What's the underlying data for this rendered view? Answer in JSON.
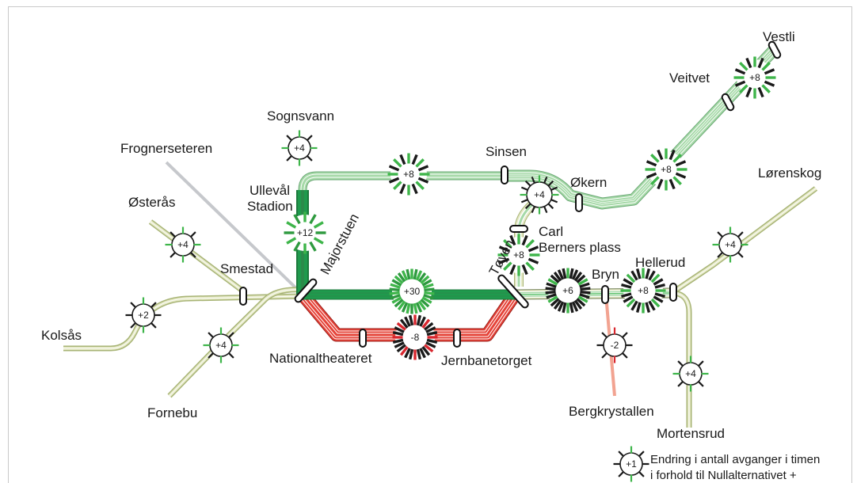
{
  "colors": {
    "pale_line": "#e4e8c4",
    "pale_edge": "#a8b476",
    "green_light": "#a6d9a8",
    "green_mid": "#5fc26d",
    "green_dark": "#1f9a4d",
    "green_edge": "#1c7a3c",
    "red": "#e5443a",
    "red_edge": "#9a1d18",
    "salmon": "#f2a391",
    "grey": "#c6c8cc",
    "tick_black": "#1a1a1a",
    "tick_green": "#3eb54a",
    "tick_red": "#d8262e"
  },
  "stations": {
    "vestli": "Vestli",
    "veitvet": "Veitvet",
    "sognsvann": "Sognsvann",
    "frognerseteren": "Frognerseteren",
    "sinsen": "Sinsen",
    "okern": "Økern",
    "lorenskog": "Lørenskog",
    "ulleval_1": "Ullevål",
    "ulleval_2": "Stadion",
    "osteras": "Østerås",
    "majorstuen": "Majorstuen",
    "carl_1": "Carl",
    "carl_2": "Berners plass",
    "toyen": "Tøyen",
    "smestad": "Smestad",
    "hellerud": "Hellerud",
    "bryn": "Bryn",
    "kolsas": "Kolsås",
    "nationaltheateret": "Nationaltheateret",
    "jernbanetorget": "Jernbanetorget",
    "fornebu": "Fornebu",
    "bergkrystallen": "Bergkrystallen",
    "mortensrud": "Mortensrud"
  },
  "badges": {
    "veitvet": {
      "value": "+8",
      "plus": 8,
      "minus": 0,
      "total": 16,
      "ring": "dense"
    },
    "okern_east": {
      "value": "+8",
      "plus": 8,
      "minus": 0,
      "total": 16,
      "ring": "dense"
    },
    "sinsen_west": {
      "value": "+8",
      "plus": 8,
      "minus": 0,
      "total": 16,
      "ring": "dense"
    },
    "okern": {
      "value": "+4",
      "plus": 4,
      "minus": 0,
      "total": 16,
      "ring": "sparse"
    },
    "carl": {
      "value": "+8",
      "plus": 8,
      "minus": 0,
      "total": 16,
      "ring": "dense"
    },
    "sognsvann": {
      "value": "+4",
      "plus": 4,
      "minus": 0,
      "total": 8,
      "ring": "sparse"
    },
    "ulleval": {
      "value": "+12",
      "plus": 12,
      "minus": 0,
      "total": 12,
      "ring": "dense"
    },
    "osteras": {
      "value": "+4",
      "plus": 4,
      "minus": 0,
      "total": 8,
      "ring": "sparse"
    },
    "lorenskog": {
      "value": "+4",
      "plus": 4,
      "minus": 0,
      "total": 8,
      "ring": "sparse"
    },
    "kolsas": {
      "value": "+2",
      "plus": 2,
      "minus": 0,
      "total": 8,
      "ring": "sparse"
    },
    "fornebu": {
      "value": "+4",
      "plus": 4,
      "minus": 0,
      "total": 8,
      "ring": "sparse"
    },
    "center": {
      "value": "+30",
      "plus": 30,
      "minus": 0,
      "total": 30,
      "ring": "dense"
    },
    "nationaltheateret_jbt": {
      "value": "-8",
      "plus": 0,
      "minus": 8,
      "total": 28,
      "ring": "dense"
    },
    "toyen_bryn": {
      "value": "+6",
      "plus": 6,
      "minus": 0,
      "total": 30,
      "ring": "dense"
    },
    "hellerud": {
      "value": "+8",
      "plus": 8,
      "minus": 0,
      "total": 24,
      "ring": "dense"
    },
    "bergkrystallen": {
      "value": "-2",
      "plus": 0,
      "minus": 2,
      "total": 8,
      "ring": "sparse"
    },
    "mortensrud": {
      "value": "+4",
      "plus": 4,
      "minus": 0,
      "total": 8,
      "ring": "sparse"
    }
  },
  "legend": {
    "symbol_value": "+1",
    "line_1": "Endring i antall avganger i timen",
    "line_2": "i forhold til Nullalternativet +"
  }
}
